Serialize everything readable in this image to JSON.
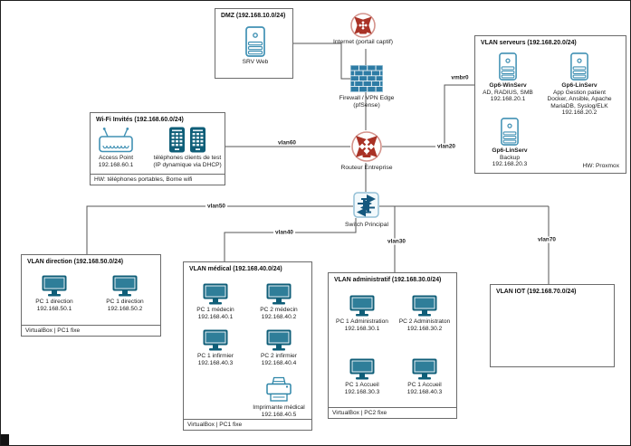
{
  "edges": {
    "vlan60": "vlan60",
    "vlan20": "vlan20",
    "vmbr0": "vmbr0",
    "vlan50": "vlan50",
    "vlan40": "vlan40",
    "vlan30": "vlan30",
    "vlan70": "vlan70"
  },
  "nodes": {
    "internet": {
      "label": "Internet (portail captif)"
    },
    "firewall": {
      "label": "Firewall / VPN Edge",
      "sublabel": "(pfSense)"
    },
    "router": {
      "label": "Routeur Entreprise"
    },
    "switch": {
      "label": "Switch Principal"
    }
  },
  "boxes": {
    "dmz": {
      "title": "DMZ (192.168.10.0/24)",
      "server": {
        "label": "SRV Web"
      }
    },
    "serveurs": {
      "title": "VLAN serveurs (192.168.20.0/24)",
      "hw": "HW: Proxmox",
      "winserv": {
        "name": "Gp6-WinServ",
        "line1": "AD, RADIUS, SMB",
        "line2": "192.168.20.1"
      },
      "linserv": {
        "name": "Gp6-LinServ",
        "line1": "App Gestion patient",
        "line2": "Docker, Ansible, Apache",
        "line3": "MariaDB, Syslog/ELK",
        "line4": "192.168.20.2"
      },
      "backup": {
        "name": "Gp6-LinServ",
        "line1": "Backup",
        "line2": "192.168.20.3"
      }
    },
    "wifi": {
      "title": "Wi-Fi Invités (192.168.60.0/24)",
      "hw": "HW: téléphones portables, Borne wifi",
      "ap": {
        "label": "Access Point",
        "ip": "192.168.60.1"
      },
      "phones": {
        "label": "téléphones clients de test",
        "ip": "(IP dynamique via DHCP)"
      }
    },
    "direction": {
      "title": "VLAN direction (192.168.50.0/24)",
      "hw": "VirtualBox | PC1 fixe",
      "pc1": {
        "label": "PC 1 direction",
        "ip": "192.168.50.1"
      },
      "pc2": {
        "label": "PC 1 direction",
        "ip": "192.168.50.2"
      }
    },
    "medical": {
      "title": "VLAN médical (192.168.40.0/24)",
      "hw": "VirtualBox | PC1 fixe",
      "pc1": {
        "label": "PC 1 médecin",
        "ip": "192.168.40.1"
      },
      "pc2": {
        "label": "PC 2 médecin",
        "ip": "192.168.40.2"
      },
      "pc3": {
        "label": "PC 1 infirmier",
        "ip": "192.168.40.3"
      },
      "pc4": {
        "label": "PC 2 infirmier",
        "ip": "192.168.40.4"
      },
      "printer": {
        "label": "Imprimante médical",
        "ip": "192.168.40.5"
      }
    },
    "administratif": {
      "title": "VLAN administratif (192.168.30.0/24)",
      "hw": "VirtualBox | PC2 fixe",
      "pc1": {
        "label": "PC 1 Administration",
        "ip": "192.168.30.1"
      },
      "pc2": {
        "label": "PC 2 Administraton",
        "ip": "192.168.30.2"
      },
      "pc3": {
        "label": "PC 1 Accueil",
        "ip": "192.168.30.3"
      },
      "pc4": {
        "label": "PC 1 Accueil",
        "ip": "192.168.40.3"
      }
    },
    "iot": {
      "title": "VLAN IOT (192.168.70.0/24)"
    }
  },
  "colors": {
    "device_teal": "#0f5e78",
    "device_stroke": "#4191b4",
    "router_red": "#a93226",
    "router_ring": "#d4938c",
    "firewall_blue": "#2e7ca5",
    "switch_arrow_blue": "#15587e",
    "wire_gray": "#555555"
  }
}
